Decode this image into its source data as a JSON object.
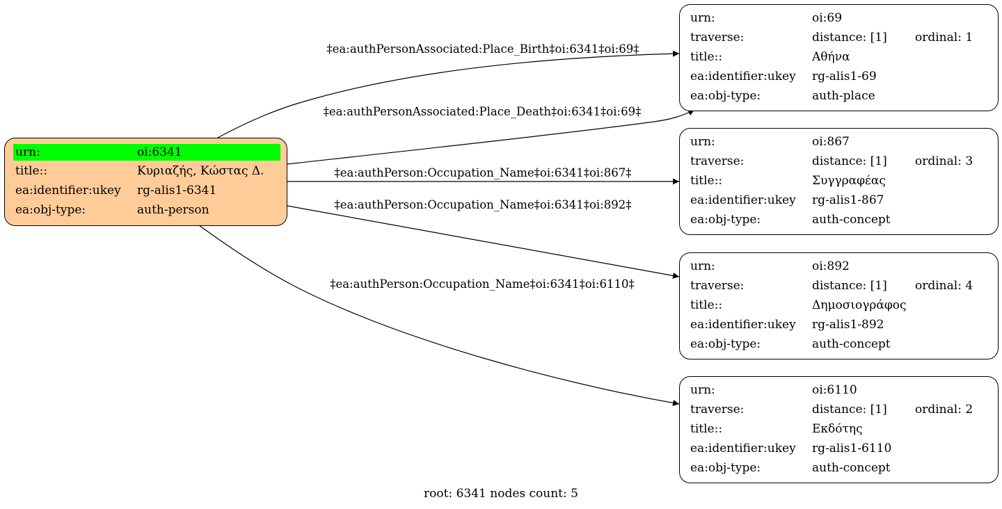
{
  "root_node": {
    "rows": [
      {
        "key": "urn:",
        "value": "oi:6341"
      },
      {
        "key": "title::",
        "value": "Κυριαζής, Κώστας Δ."
      },
      {
        "key": "ea:identifier:ukey",
        "value": "rg-alis1-6341"
      },
      {
        "key": "ea:obj-type:",
        "value": "auth-person"
      }
    ],
    "fill_color": "#ffcc99",
    "highlight_color": "#00ff00"
  },
  "nodes": [
    {
      "urn_key": "urn:",
      "urn": "oi:69",
      "traverse_key": "traverse:",
      "distance": "distance: [1]",
      "ordinal": "ordinal: 1",
      "title_key": "title::",
      "title": "Αθήνα",
      "ukey_key": "ea:identifier:ukey",
      "ukey": "rg-alis1-69",
      "type_key": "ea:obj-type:",
      "type": "auth-place"
    },
    {
      "urn_key": "urn:",
      "urn": "oi:867",
      "traverse_key": "traverse:",
      "distance": "distance: [1]",
      "ordinal": "ordinal: 3",
      "title_key": "title::",
      "title": "Συγγραφέας",
      "ukey_key": "ea:identifier:ukey",
      "ukey": "rg-alis1-867",
      "type_key": "ea:obj-type:",
      "type": "auth-concept"
    },
    {
      "urn_key": "urn:",
      "urn": "oi:892",
      "traverse_key": "traverse:",
      "distance": "distance: [1]",
      "ordinal": "ordinal: 4",
      "title_key": "title::",
      "title": "Δημοσιογράφος",
      "ukey_key": "ea:identifier:ukey",
      "ukey": "rg-alis1-892",
      "type_key": "ea:obj-type:",
      "type": "auth-concept"
    },
    {
      "urn_key": "urn:",
      "urn": "oi:6110",
      "traverse_key": "traverse:",
      "distance": "distance: [1]",
      "ordinal": "ordinal: 2",
      "title_key": "title::",
      "title": "Εκδότης",
      "ukey_key": "ea:identifier:ukey",
      "ukey": "rg-alis1-6110",
      "type_key": "ea:obj-type:",
      "type": "auth-concept"
    }
  ],
  "edges": [
    {
      "label": "‡ea:authPersonAssociated:Place_Birth‡oi:6341‡oi:69‡",
      "target": "oi:69"
    },
    {
      "label": "‡ea:authPersonAssociated:Place_Death‡oi:6341‡oi:69‡",
      "target": "oi:69"
    },
    {
      "label": "‡ea:authPerson:Occupation_Name‡oi:6341‡oi:867‡",
      "target": "oi:867"
    },
    {
      "label": "‡ea:authPerson:Occupation_Name‡oi:6341‡oi:892‡",
      "target": "oi:892"
    },
    {
      "label": "‡ea:authPerson:Occupation_Name‡oi:6341‡oi:6110‡",
      "target": "oi:6110"
    }
  ],
  "footer": "root: 6341 nodes count: 5"
}
